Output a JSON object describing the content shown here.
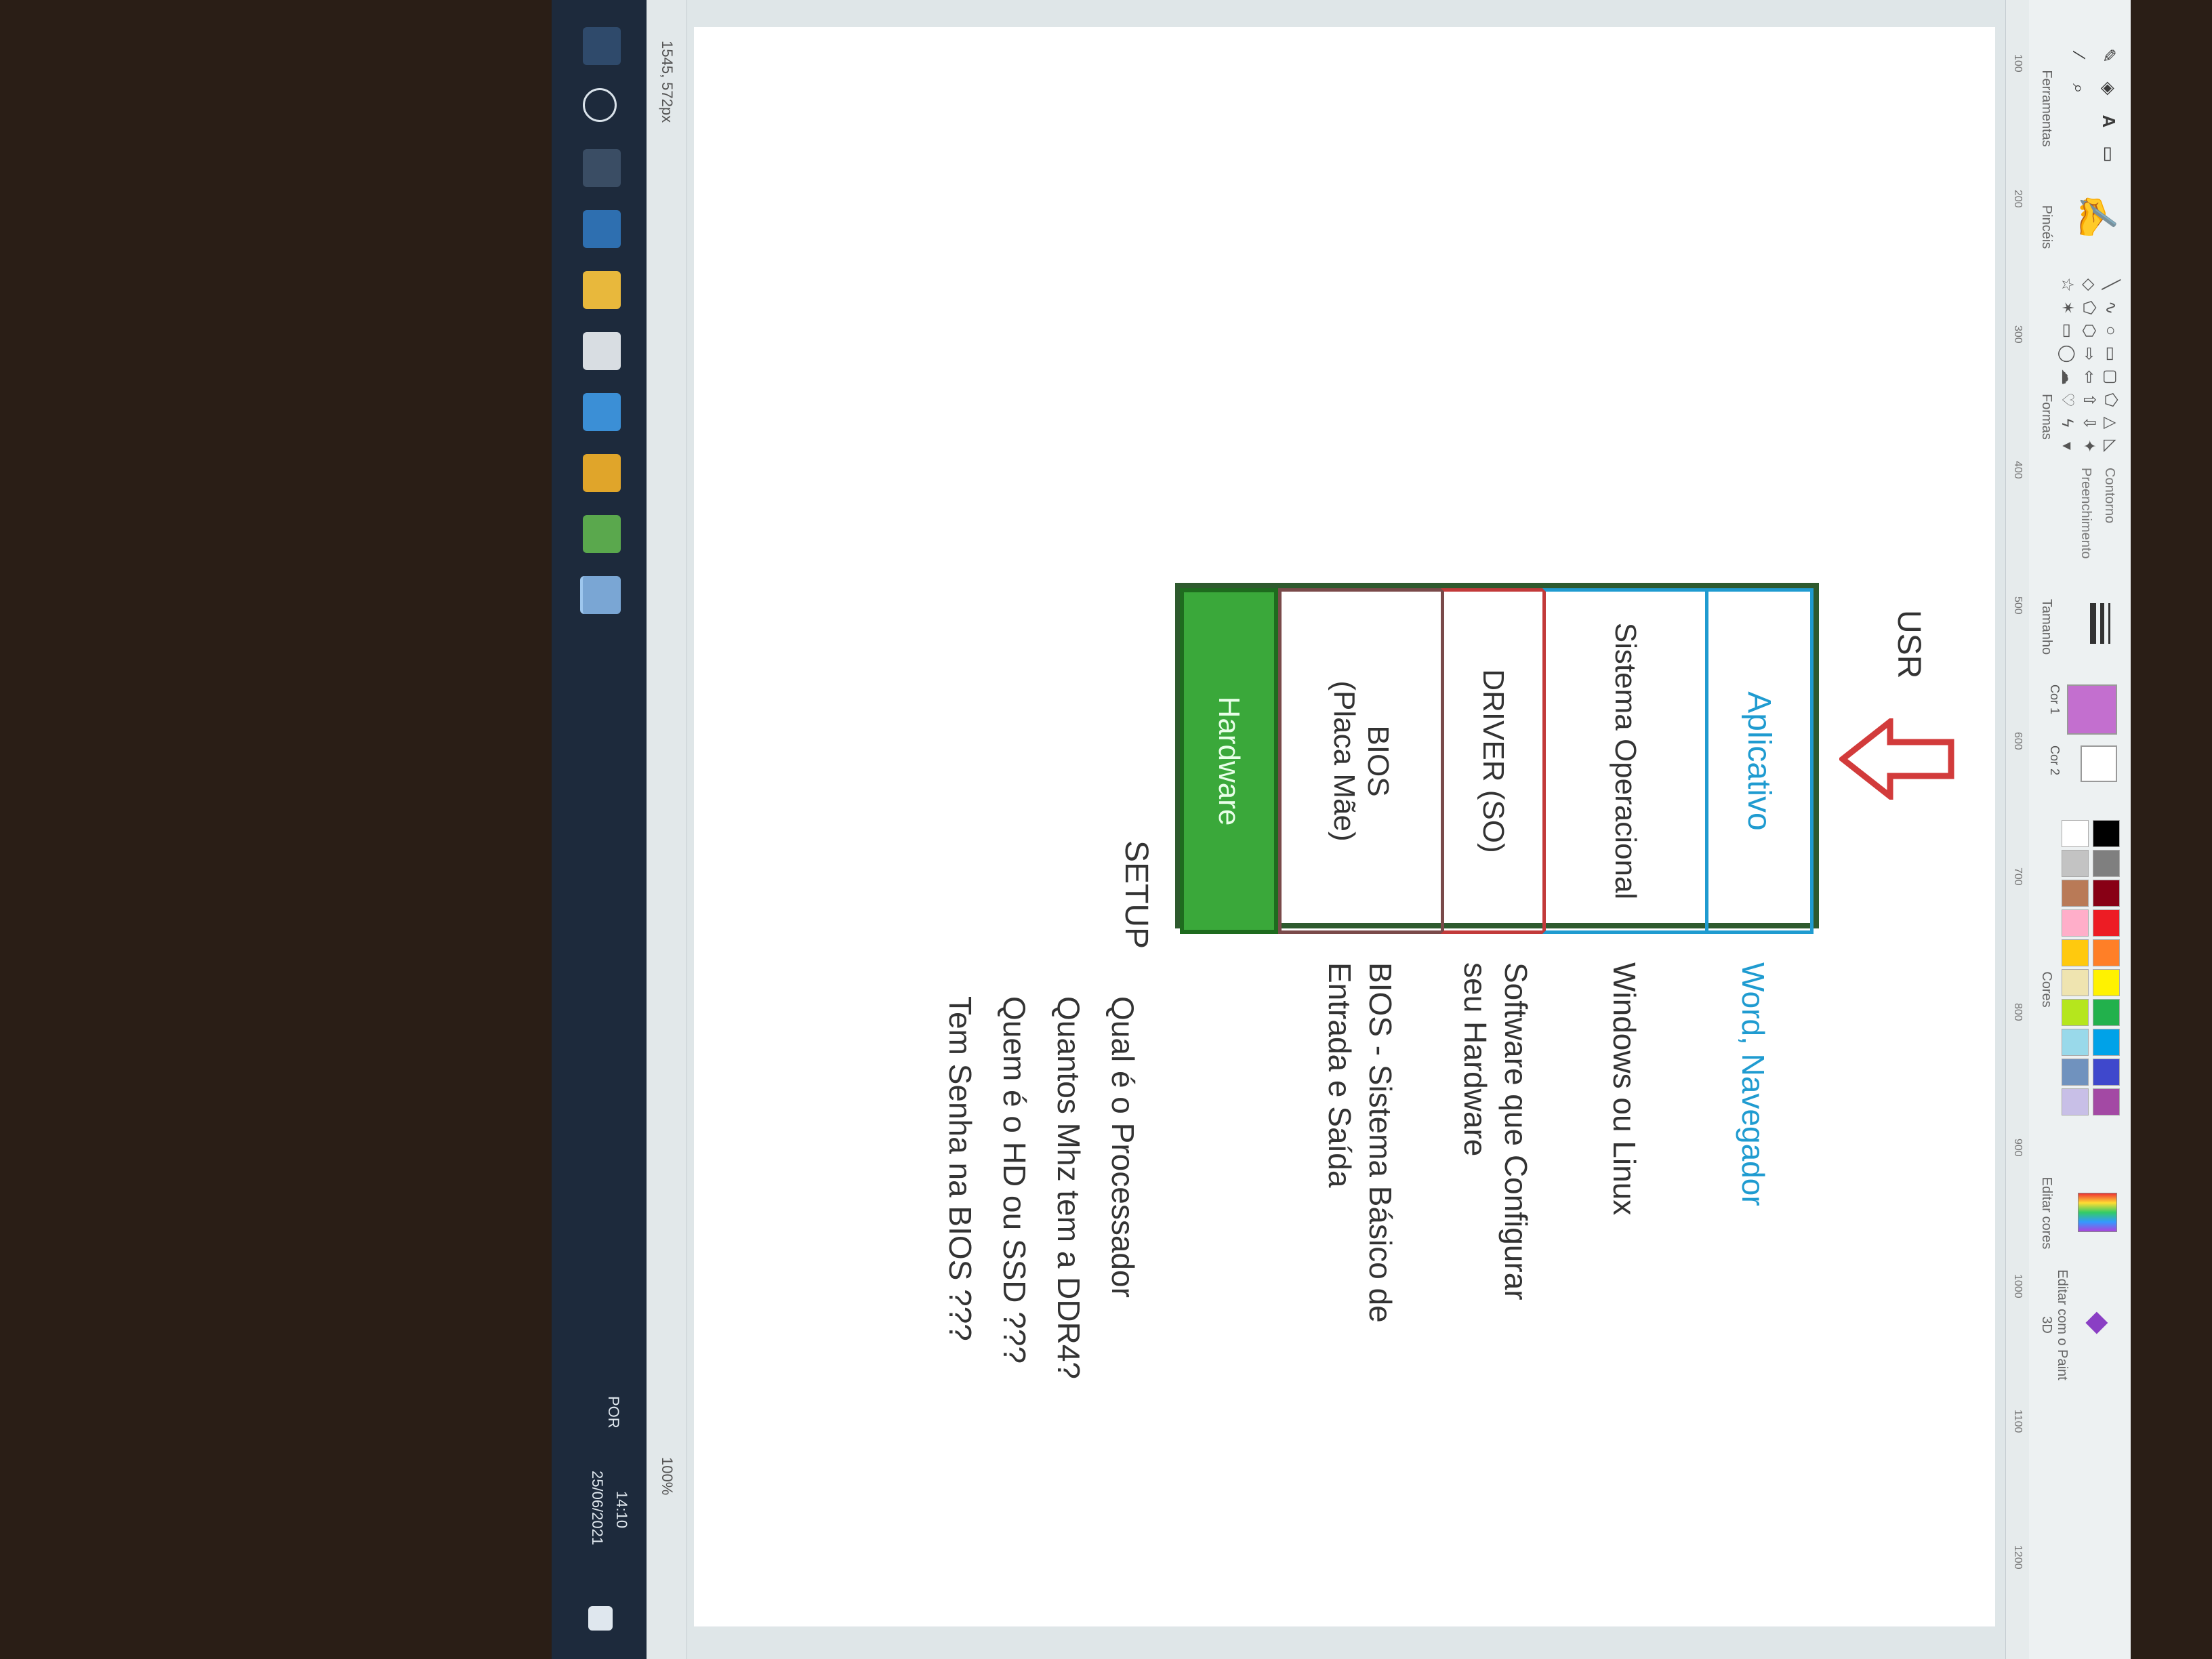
{
  "ribbon": {
    "groups": {
      "tools": "Ferramentas",
      "brushes": "Pincéis",
      "shapes": "Formas",
      "colors": "Cores",
      "size": "Tamanho",
      "color1": "Cor 1",
      "color2": "Cor 2",
      "edit_colors": "Editar cores",
      "paint3d": "Editar com o Paint 3D"
    },
    "outline": "Contorno",
    "fill": "Preenchimento"
  },
  "ruler": [
    "100",
    "200",
    "300",
    "400",
    "500",
    "600",
    "700",
    "800",
    "900",
    "1000",
    "1100",
    "1200"
  ],
  "diagram": {
    "usr_label": "USR",
    "setup_label": "SETUP",
    "layers": [
      {
        "label": "Aplicativo",
        "desc": "Word, Navegador",
        "color": "#1f9bd0"
      },
      {
        "label": "Sistema Operacional",
        "desc": "Windows ou Linux",
        "color": "#333333"
      },
      {
        "label": "DRIVER (SO)",
        "desc_line1": "Software que Configurar",
        "desc_line2": "seu Hardware",
        "color": "#333333"
      },
      {
        "label_line1": "BIOS",
        "label_line2": "(Placa Mãe)",
        "desc_line1": "BIOS - Sistema Básico de",
        "desc_line2": "Entrada e Saída",
        "color": "#333333"
      },
      {
        "label": "Hardware",
        "color": "#ffffff"
      }
    ],
    "questions": [
      "Qual é o Processador",
      "Quantos Mhz tem a DDR4?",
      "Quem é o HD ou SSD ???",
      "Tem Senha na BIOS ???"
    ]
  },
  "statusbar": {
    "position": "1545, 572px",
    "zoom": "100%"
  },
  "taskbar": {
    "time": "14:10",
    "date": "25/06/2021",
    "lang": "POR"
  },
  "colors": {
    "hardware_fill": "#3aa83a",
    "hardware_border": "#1e6b1e",
    "app_border": "#1f9bd0",
    "driver_border": "#c23a3a",
    "bios_border": "#7a4a4a",
    "arrow": "#d23b3b"
  }
}
